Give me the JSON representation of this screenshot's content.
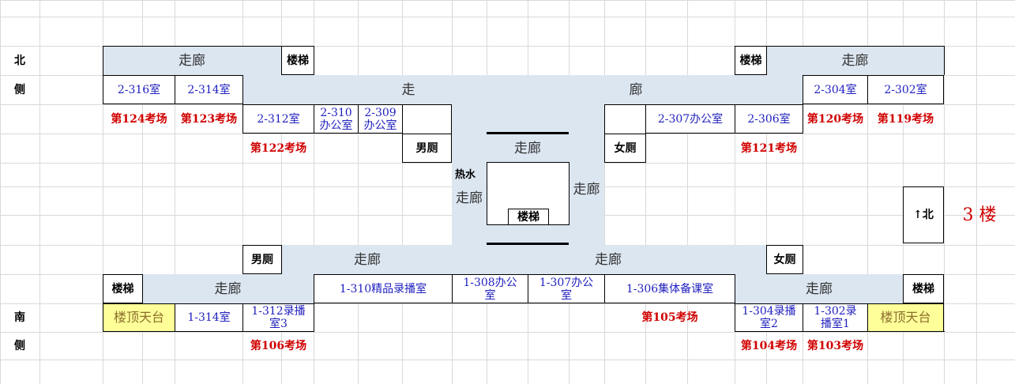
{
  "sides": {
    "north_1": "北",
    "north_2": "侧",
    "south_1": "南",
    "south_2": "侧"
  },
  "corridor": {
    "main": "走廊",
    "zou": "走",
    "lang": "廊"
  },
  "north": {
    "stairs": "楼梯",
    "rooms": {
      "r2_316": "2-316室",
      "r2_314": "2-314室",
      "r2_312": "2-312室",
      "r2_310": "2-310\n办公室",
      "r2_309": "2-309\n办公室",
      "r2_307": "2-307办公室",
      "r2_306": "2-306室",
      "r2_304": "2-304室",
      "r2_302": "2-302室"
    },
    "exams": {
      "e124": "第124考场",
      "e123": "第123考场",
      "e122": "第122考场",
      "e121": "第121考场",
      "e120": "第120考场",
      "e119": "第119考场"
    }
  },
  "center": {
    "men": "男厕",
    "women": "女厕",
    "hot_water": "热水",
    "stairs": "楼梯"
  },
  "south": {
    "stairs": "楼梯",
    "roof": "楼顶天台",
    "rooms": {
      "r1_314": "1-314室",
      "r1_312": "1-312录播\n室3",
      "r1_310": "1-310精品录播室",
      "r1_308": "1-308办公\n室",
      "r1_307": "1-307办公\n室",
      "r1_306": "1-306集体备课室",
      "r1_304": "1-304录播\n室2",
      "r1_302": "1-302录\n播室1"
    },
    "exams": {
      "e106": "第106考场",
      "e105": "第105考场",
      "e104": "第104考场",
      "e103": "第103考场"
    }
  },
  "legend": {
    "north_arrow": "↑北",
    "floor": "3 楼"
  }
}
